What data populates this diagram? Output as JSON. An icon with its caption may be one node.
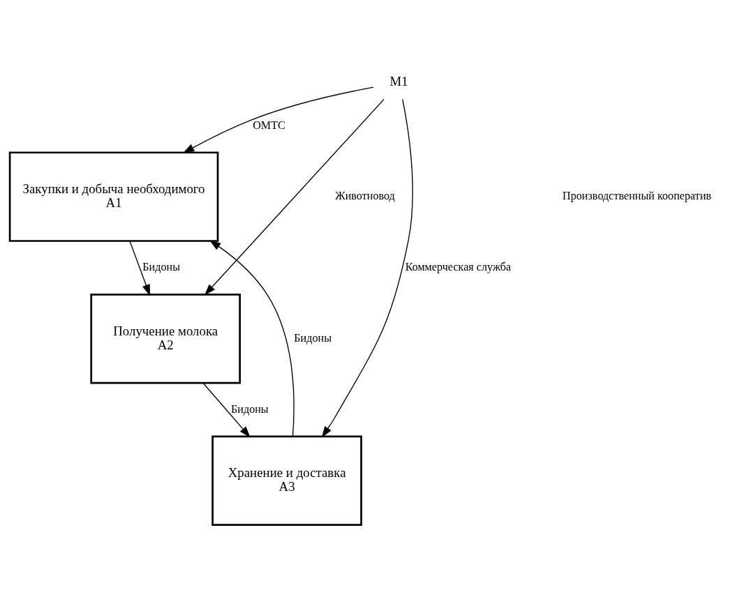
{
  "diagram": {
    "nodes": [
      {
        "text": [
          "Закупки и добыча необходимого",
          "A1"
        ]
      },
      {
        "text": [
          "Получение молока",
          "A2"
        ]
      },
      {
        "text": [
          "Хранение и доставка",
          "A3"
        ]
      },
      {
        "text": [
          "M1"
        ]
      }
    ],
    "edges": [
      {
        "from": 0,
        "to": 1,
        "arrow": "to",
        "label": "Бидоны"
      },
      {
        "from": 1,
        "to": 2,
        "arrow": "to",
        "label": "Бидоны"
      },
      {
        "from": 2,
        "to": 0,
        "arrow": "to",
        "label": "Бидоны"
      },
      {
        "from": 3,
        "to": 0,
        "arrow": "to",
        "label": "ОМТС"
      },
      {
        "from": 3,
        "to": 1,
        "arrow": "to",
        "label": "Животновод"
      },
      {
        "from": 3,
        "to": 2,
        "arrow": "to",
        "label": "Коммерческая служба"
      }
    ],
    "labels": [
      "Производственный кооператив"
    ]
  }
}
